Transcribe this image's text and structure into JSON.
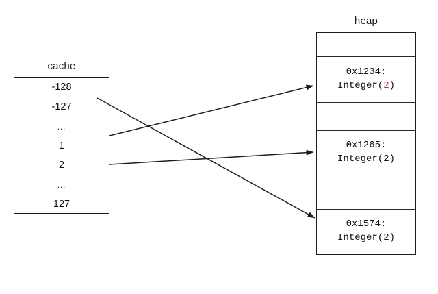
{
  "diagram": {
    "title_cache": "cache",
    "title_heap": "heap",
    "highlight_color": "#e02020",
    "line_color": "#1d1d1d",
    "background": "#ffffff"
  },
  "cache": {
    "label": "cache",
    "rows": [
      {
        "text": "-128"
      },
      {
        "text": "-127"
      },
      {
        "text": "…"
      },
      {
        "text": "1"
      },
      {
        "text": "2"
      },
      {
        "text": "…"
      },
      {
        "text": "127"
      }
    ]
  },
  "heap": {
    "label": "heap",
    "cells": [
      {
        "addr": "",
        "value_prefix": "",
        "value_highlight": "",
        "value_suffix": "",
        "empty": true
      },
      {
        "addr": "0x1234:",
        "value_prefix": "Integer(",
        "value_highlight": "2",
        "value_suffix": ")",
        "empty": false
      },
      {
        "addr": "",
        "value_prefix": "",
        "value_highlight": "",
        "value_suffix": "",
        "empty": true
      },
      {
        "addr": "0x1265:",
        "value_prefix": "Integer(",
        "value_highlight": "",
        "value_suffix": "2)",
        "empty": false
      },
      {
        "addr": "",
        "value_prefix": "",
        "value_highlight": "",
        "value_suffix": "",
        "empty": true
      },
      {
        "addr": "0x1574:",
        "value_prefix": "Integer(",
        "value_highlight": "",
        "value_suffix": "2)",
        "empty": false
      }
    ]
  },
  "arrows": [
    {
      "name": "arrow-minus127-to-0x1574",
      "from": "cache row -127",
      "to": "heap 0x1574"
    },
    {
      "name": "arrow-one-to-0x1234",
      "from": "cache row 1",
      "to": "heap 0x1234"
    },
    {
      "name": "arrow-two-to-0x1265",
      "from": "cache row 2",
      "to": "heap 0x1265"
    }
  ]
}
